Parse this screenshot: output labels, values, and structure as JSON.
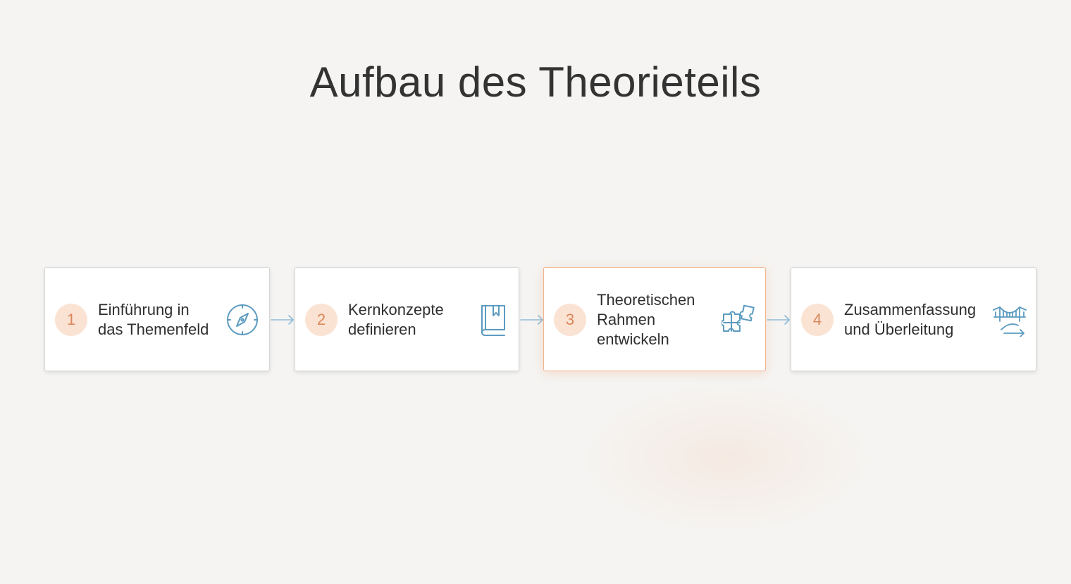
{
  "title": "Aufbau des Theorieteils",
  "colors": {
    "accent": "#d9875a",
    "badge_bg": "#fbe3d4",
    "icon": "#5b9bc0",
    "active_border": "#f0b48f"
  },
  "steps": [
    {
      "number": "1",
      "label": "Einführung in das Themenfeld",
      "icon": "compass-icon",
      "active": false
    },
    {
      "number": "2",
      "label": "Kernkonzepte definieren",
      "icon": "book-icon",
      "active": false
    },
    {
      "number": "3",
      "label": "Theoretischen Rahmen entwickeln",
      "icon": "puzzle-icon",
      "active": true
    },
    {
      "number": "4",
      "label": "Zusammenfassung und Überleitung",
      "icon": "bridge-icon",
      "active": false
    }
  ]
}
